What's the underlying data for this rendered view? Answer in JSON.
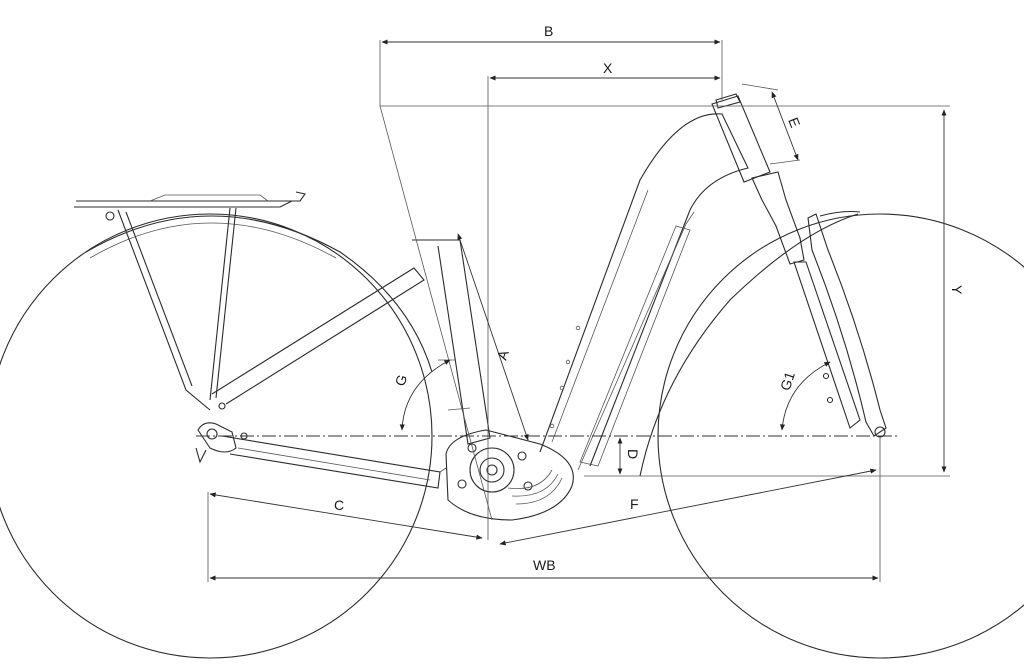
{
  "labels": {
    "A": "A",
    "B": "B",
    "C": "C",
    "D": "D",
    "E": "E",
    "F": "F",
    "G": "G",
    "G1": "G1",
    "X": "X",
    "Y": "Y",
    "WB": "WB"
  },
  "colors": {
    "line": "#2b2b2b",
    "background": "#ffffff"
  }
}
